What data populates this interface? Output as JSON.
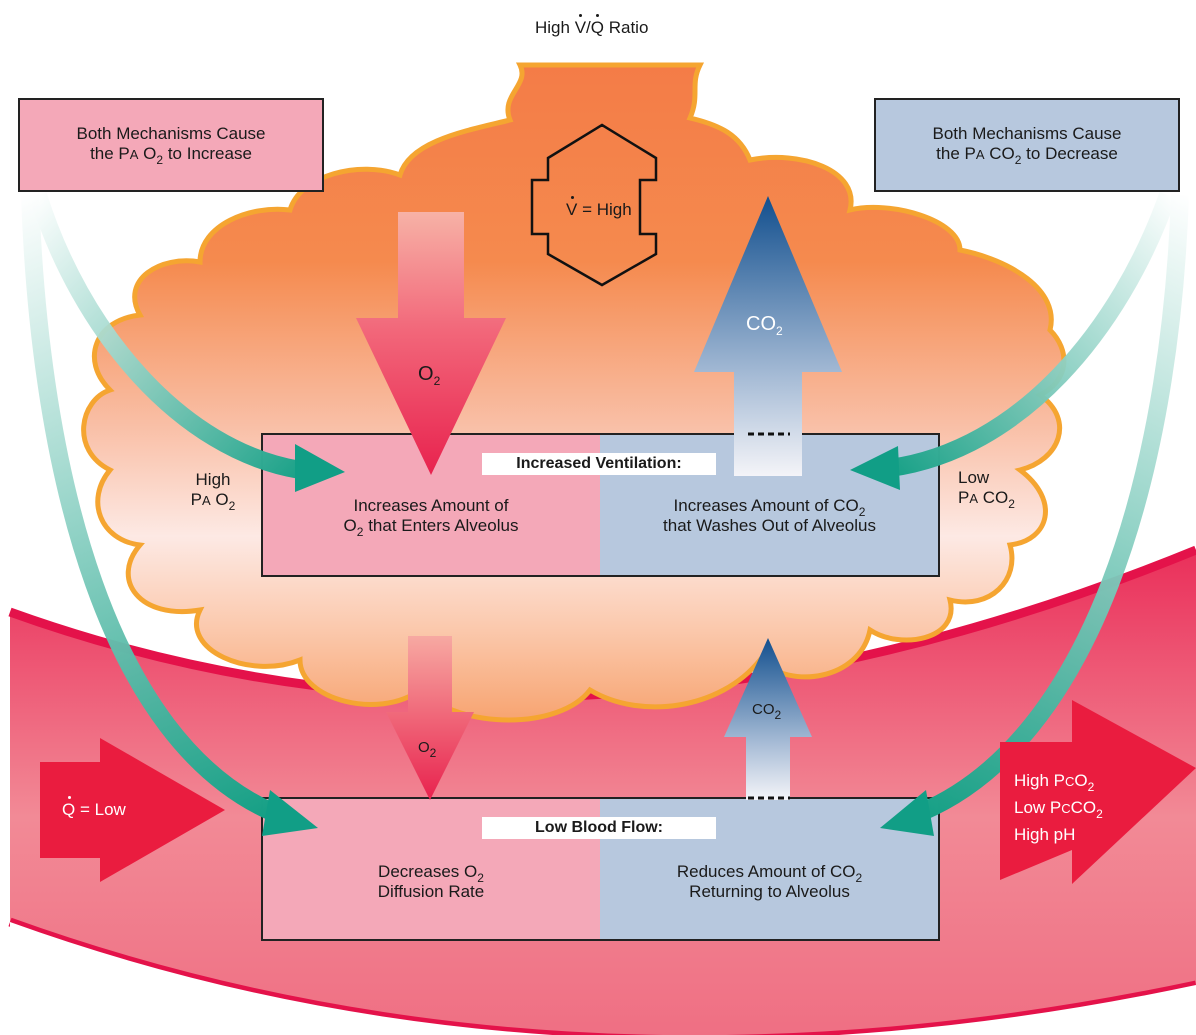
{
  "title": {
    "prefix": "High ",
    "v": "V",
    "slash": "/",
    "q": "Q",
    "suffix": " Ratio"
  },
  "left_note": {
    "line1": "Both Mechanisms Cause",
    "line2a": "the ",
    "p": "P",
    "a": "A",
    "o": "O",
    "sub": "2",
    "line2b": " to Increase"
  },
  "right_note": {
    "line1": "Both Mechanisms Cause",
    "line2a": "the ",
    "p": "P",
    "a": "A",
    "co": "CO",
    "sub": "2",
    "line2b": " to Decrease"
  },
  "ventilation": {
    "v": "V",
    "text": " = High"
  },
  "perfusion": {
    "q": "Q",
    "text": " = Low"
  },
  "arrows": {
    "o2_big": {
      "base": "O",
      "sub": "2"
    },
    "co2_big": {
      "base": "CO",
      "sub": "2"
    },
    "o2_small": {
      "base": "O",
      "sub": "2"
    },
    "co2_small": {
      "base": "CO",
      "sub": "2"
    }
  },
  "side_left": {
    "line1": "High",
    "p": "P",
    "a": "A",
    "o": "O",
    "sub": "2"
  },
  "side_right": {
    "line1": "Low",
    "p": "P",
    "a": "A",
    "co": "CO",
    "sub": "2"
  },
  "increased_ventilation": {
    "header": "Increased Ventilation:",
    "left_line1": "Increases Amount of",
    "left_o": "O",
    "left_sub": "2",
    "left_line2": " that Enters Alveolus",
    "right_line1": "Increases Amount of CO",
    "right_sub": "2",
    "right_line2": "that Washes Out of Alveolus"
  },
  "low_blood_flow": {
    "header": "Low Blood Flow:",
    "left_line1": "Decreases O",
    "left_sub": "2",
    "left_line2": "Diffusion Rate",
    "right_line1": "Reduces Amount of CO",
    "right_sub": "2",
    "right_line2": "Returning to Alveolus"
  },
  "blood_values": {
    "l1": "High P",
    "l1_c": "C",
    "l1_o": "O",
    "l1_sub": "2",
    "l2": "Low  P",
    "l2_c": "C",
    "l2_co": "CO",
    "l2_sub": "2",
    "l3": "High pH"
  },
  "colors": {
    "alveolus_orange": "#f58a4e",
    "alveolus_border": "#f7a33c",
    "blood_red": "#e81c4f",
    "oxygen_box": "#f4a8b8",
    "co2_box": "#b7c8de",
    "teal_arrow": "#13a08a",
    "co2_arrow": "#1e5e9a",
    "o2_arrow": "#ee3a5c"
  }
}
